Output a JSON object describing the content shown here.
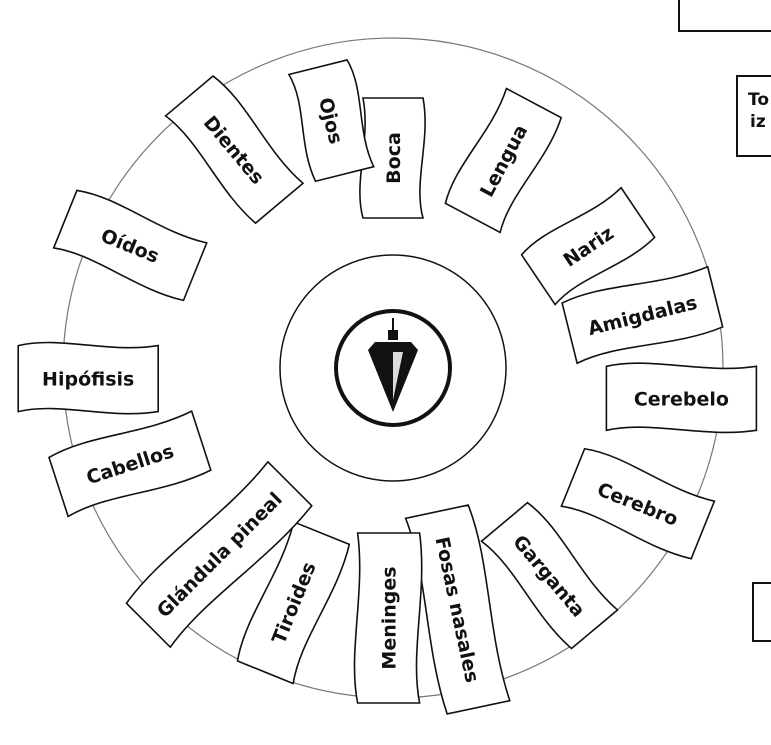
{
  "wheel": {
    "labels": [
      {
        "text": "Boca",
        "angle": 0
      },
      {
        "text": "Lengua",
        "angle": 24
      },
      {
        "text": "Nariz",
        "angle": 48
      },
      {
        "text": "Amigdalas",
        "angle": 72
      },
      {
        "text": "Cerebelo",
        "angle": 96
      },
      {
        "text": "Cerebro",
        "angle": 120
      },
      {
        "text": "Garganta",
        "angle": 144
      },
      {
        "text": "Fosas nasales",
        "angle": 168
      },
      {
        "text": "Meninges",
        "angle": 192
      },
      {
        "text": "Tiroides",
        "angle": 216
      },
      {
        "text": "Glándula pineal",
        "angle": 240
      },
      {
        "text": "Cabellos",
        "angle": 264
      },
      {
        "text": "Hipófisis",
        "angle": 288
      },
      {
        "text": "Oídos",
        "angle": 312
      },
      {
        "text": "Dientes",
        "angle": 336
      },
      {
        "text": "Ojos",
        "angle": 0
      }
    ],
    "center_icon": "pendulum-icon"
  },
  "side_text": {
    "fragment_line1": "To",
    "fragment_line2": "iz"
  },
  "colors": {
    "ink": "#111111",
    "paper": "#ffffff"
  }
}
